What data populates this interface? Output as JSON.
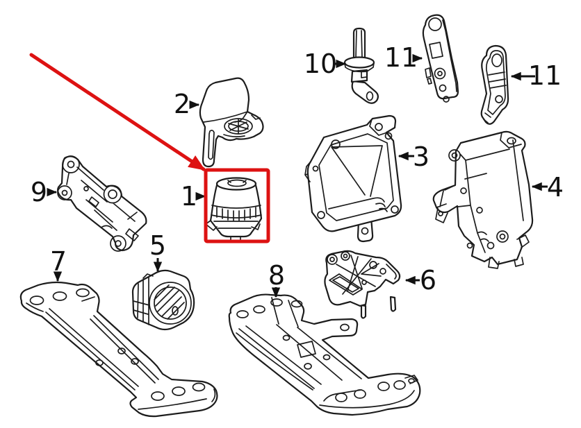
{
  "diagram": {
    "background_color": "#ffffff",
    "line_color": "#1c1c1c",
    "highlight_color": "#dd1212",
    "highlighted_part": "1",
    "callouts": [
      {
        "part": "1",
        "label": "1"
      },
      {
        "part": "2",
        "label": "2"
      },
      {
        "part": "3",
        "label": "3"
      },
      {
        "part": "4",
        "label": "4"
      },
      {
        "part": "5",
        "label": "5"
      },
      {
        "part": "6",
        "label": "6"
      },
      {
        "part": "7",
        "label": "7"
      },
      {
        "part": "8",
        "label": "8"
      },
      {
        "part": "9",
        "label": "9"
      },
      {
        "part": "10",
        "label": "10"
      },
      {
        "part": "11",
        "label": "11"
      },
      {
        "part": "11",
        "label": "11"
      }
    ]
  }
}
